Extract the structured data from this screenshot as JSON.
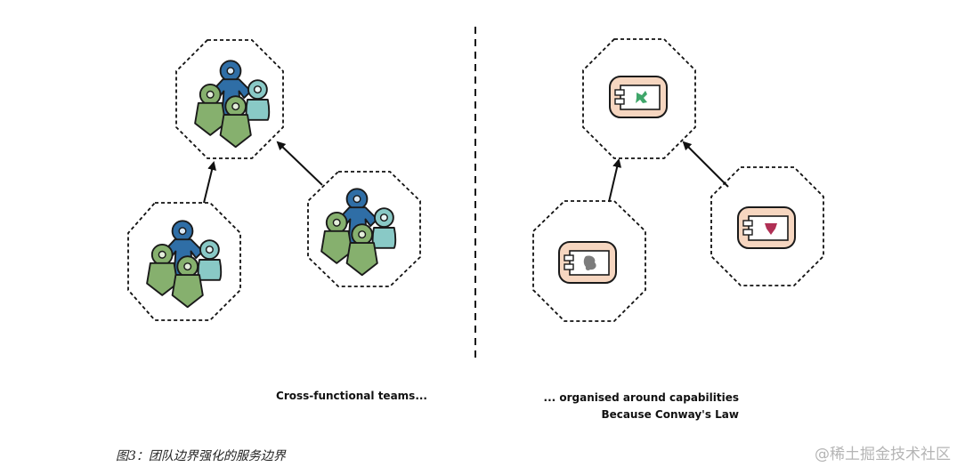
{
  "labels": {
    "left": "Cross-functional teams...",
    "right_line1": "... organised around capabilities",
    "right_line2": "Because Conway's Law"
  },
  "caption": "图3：团队边界强化的服务边界",
  "watermark": "@稀土掘金技术社区",
  "colors": {
    "person_dark_blue": "#2f6ea6",
    "person_green": "#86b06e",
    "person_teal": "#89c9c6",
    "service_box_fill": "#f6d6c0",
    "service_icon_green": "#3fa66a",
    "service_icon_gray": "#7c7c7c",
    "service_icon_red": "#b03055"
  },
  "icons": {
    "team": "team-of-people-icon",
    "service": "service-component-icon"
  }
}
